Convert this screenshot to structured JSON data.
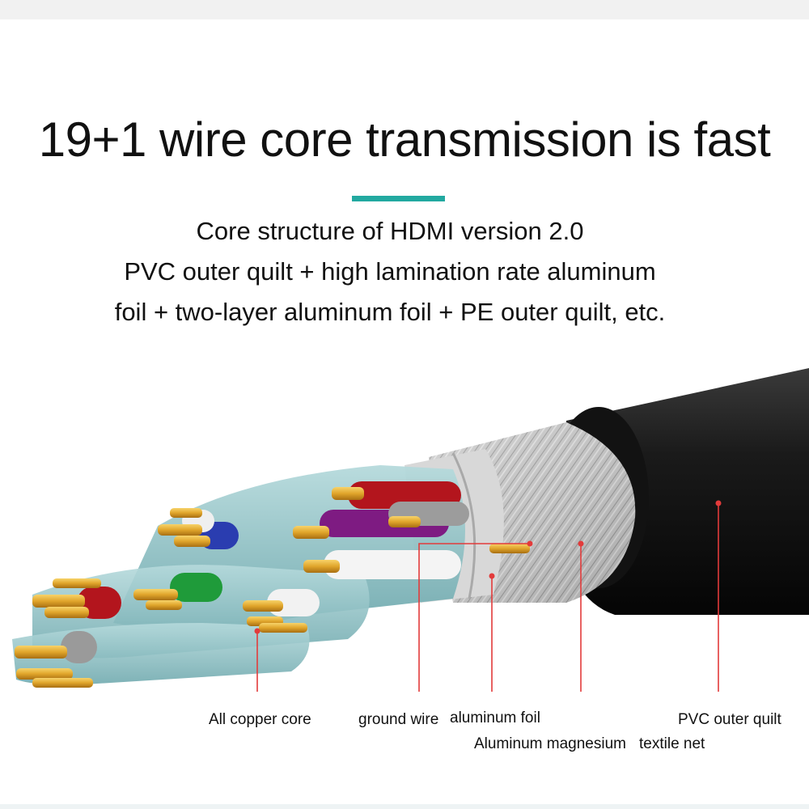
{
  "header": {
    "title": "19+1 wire core transmission is fast",
    "subtitle_lines": [
      "Core structure of HDMI version 2.0",
      "PVC outer quilt + high lamination rate aluminum",
      "foil + two-layer aluminum foil + PE outer quilt, etc."
    ]
  },
  "callouts": {
    "copper_core": "All copper core",
    "ground_wire": "ground wire",
    "aluminum_foil": "aluminum foil",
    "pvc_outer": "PVC outer quilt",
    "aluminum_magnesium": "Aluminum magnesium",
    "textile_net": "textile net"
  },
  "colors": {
    "accent": "#22a9a0",
    "callout_line": "#e23b3b",
    "jacket": "#1b1b1b",
    "inner_sheath": "#8fc3c7",
    "copper": "#e0a52b"
  }
}
